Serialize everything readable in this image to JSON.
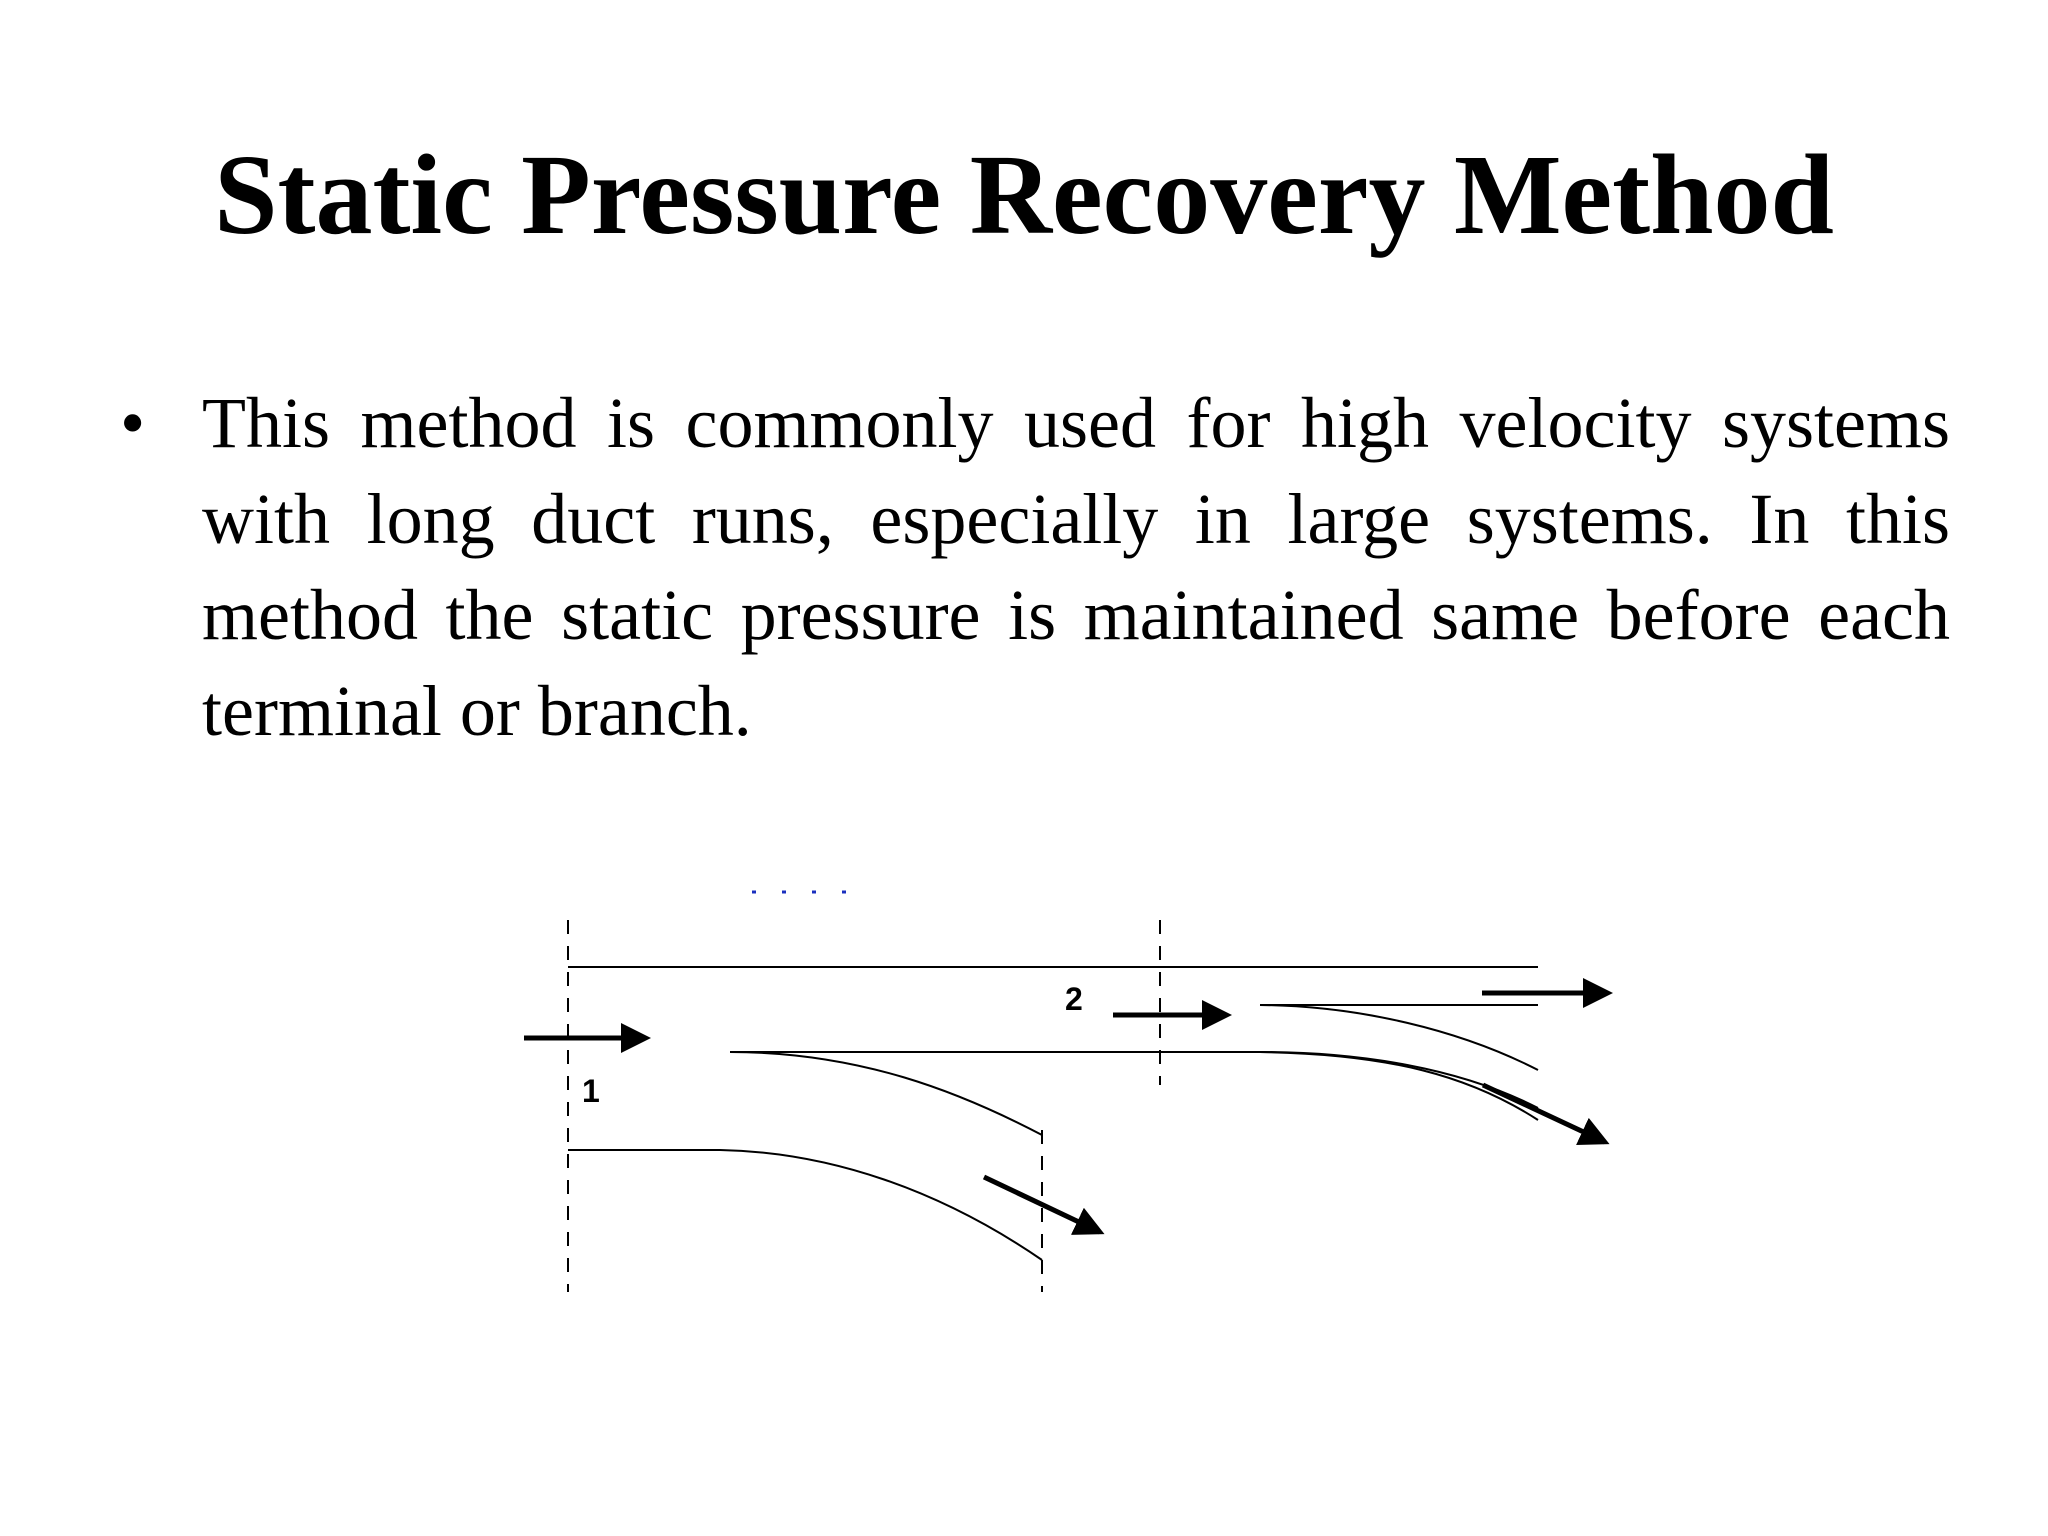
{
  "slide": {
    "title": "Static Pressure Recovery Method",
    "bullet_symbol": "•",
    "bullet_text": "This method is commonly used for high velocity systems with long duct runs, especially in large systems. In this method the static pressure is maintained same before each terminal or branch."
  },
  "diagram": {
    "section_labels": [
      "1",
      "2"
    ],
    "colors": {
      "line": "#000000",
      "dashed": "#000000",
      "accent_mark": "#1a2fbf"
    },
    "icons": [
      "flow-arrow-icon"
    ]
  }
}
